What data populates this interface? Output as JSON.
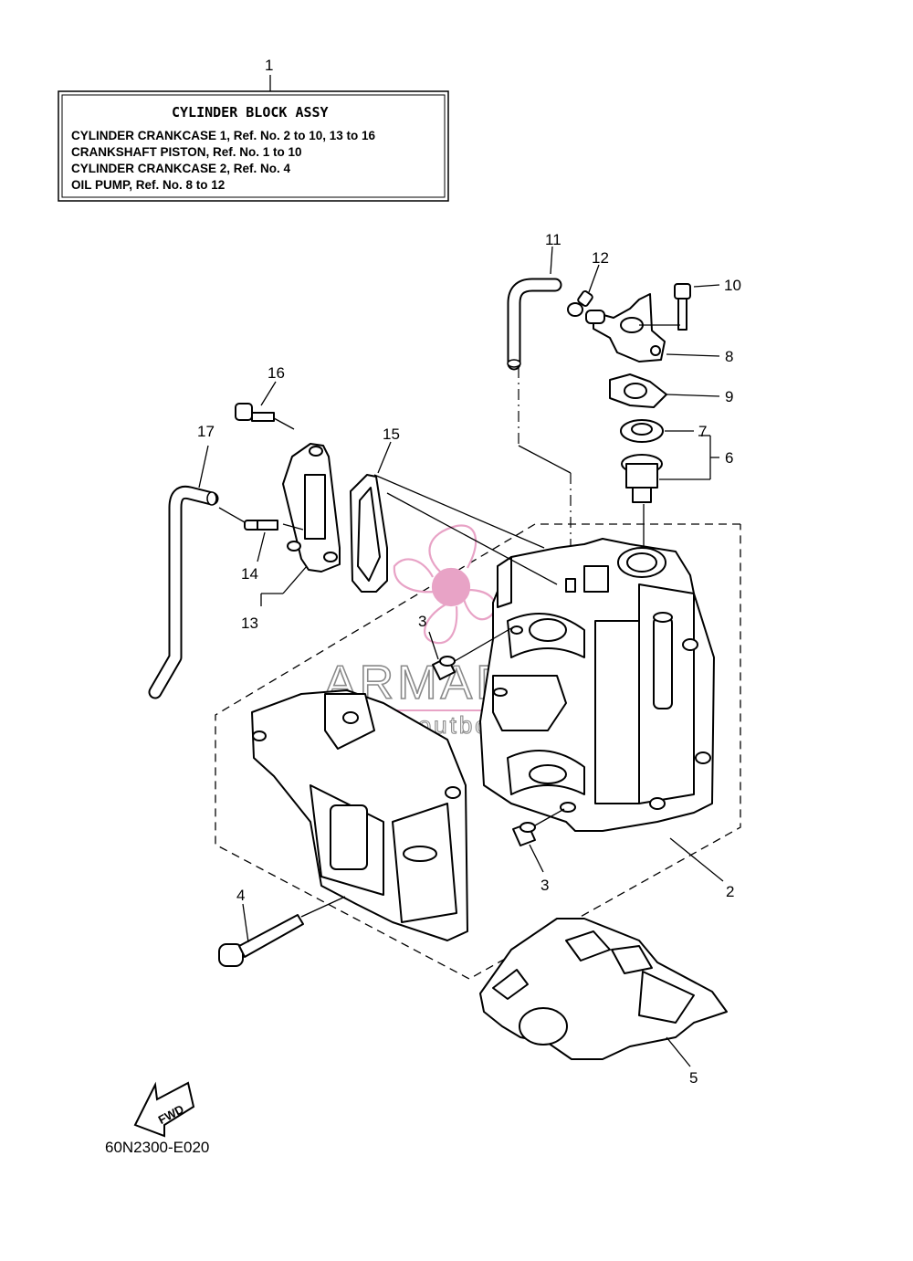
{
  "title_box": {
    "ref": "1",
    "title": "CYLINDER  BLOCK  ASSY",
    "lines": [
      "CYLINDER CRANKCASE 1,  Ref. No. 2 to 10, 13 to 16",
      "CRANKSHAFT PISTON,  Ref. No. 1 to 10",
      "CYLINDER CRANKCASE 2,  Ref. No. 4",
      "OIL PUMP,  Ref. No. 8 to 12"
    ]
  },
  "callouts": {
    "n2": "2",
    "n3a": "3",
    "n3b": "3",
    "n4": "4",
    "n5": "5",
    "n6": "6",
    "n7": "7",
    "n8": "8",
    "n9": "9",
    "n10": "10",
    "n11": "11",
    "n12": "12",
    "n13": "13",
    "n14": "14",
    "n15": "15",
    "n16": "16",
    "n17": "17"
  },
  "watermark": {
    "brand": "ARMADA",
    "tagline": "marine outboards"
  },
  "fwd_label": "FWD",
  "diagram_code": "60N2300-E020",
  "colors": {
    "line": "#000000",
    "watermark_pink": "#e8a3c6",
    "watermark_gray": "#8a8a8a"
  }
}
